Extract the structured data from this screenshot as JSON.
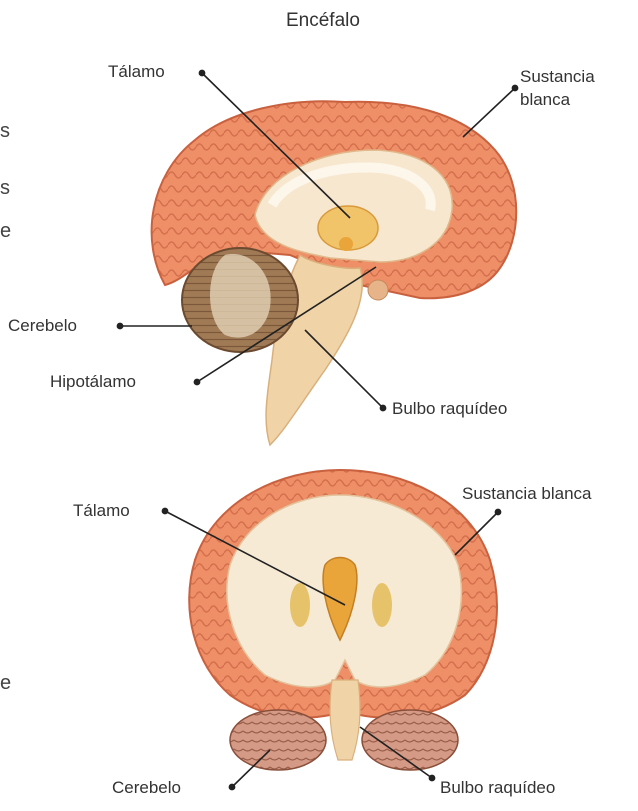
{
  "title": "Encéfalo",
  "sagittal": {
    "thalamus": "Tálamo",
    "white_matter_1": "Sustancia",
    "white_matter_2": "blanca",
    "cerebellum": "Cerebelo",
    "hypothalamus": "Hipotálamo",
    "medulla": "Bulbo raquídeo"
  },
  "coronal": {
    "thalamus": "Tálamo",
    "white_matter": "Sustancia blanca",
    "cerebellum": "Cerebelo",
    "medulla": "Bulbo raquídeo"
  },
  "cut_text": [
    "s",
    "s",
    "e",
    "e"
  ],
  "colors": {
    "cortex": "#ee8f68",
    "white_matter": "#f7e7cf",
    "cerebellum": "#a07a55",
    "thalamus": "#e9a43a",
    "brainstem": "#f1d3a8",
    "leader": "#222222"
  }
}
